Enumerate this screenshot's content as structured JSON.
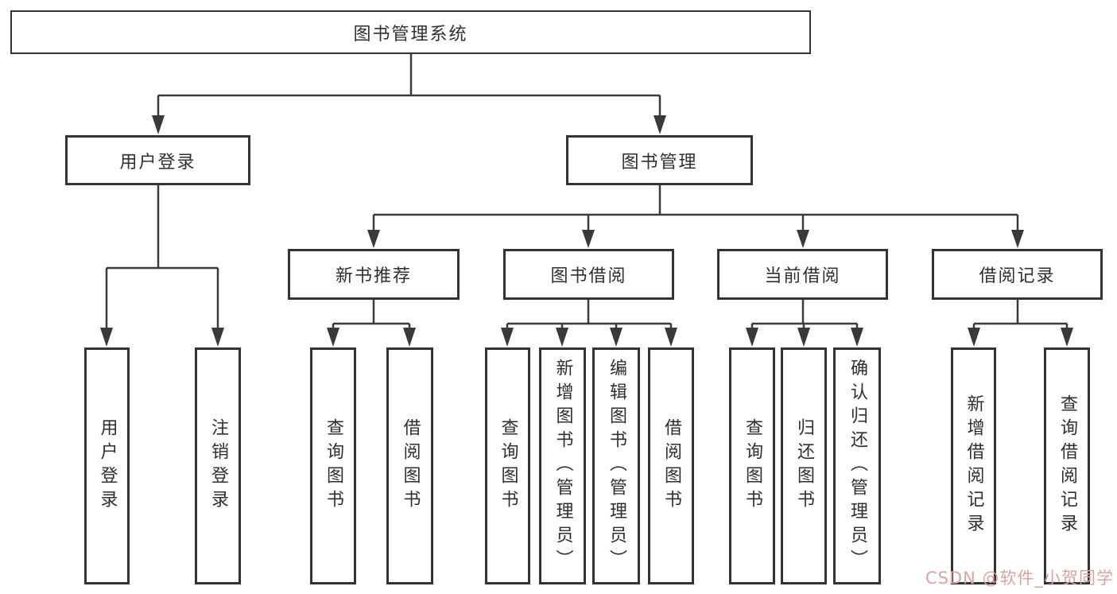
{
  "diagram": {
    "title": "图书管理系统",
    "colors": {
      "line": "#3a3a3a",
      "box_border": "#333333",
      "text": "#2f2f2f",
      "watermark": "#dda3a3",
      "background": "#ffffff"
    },
    "nodes": {
      "root": "图书管理系统",
      "user_login": "用户登录",
      "book_mgmt": "图书管理",
      "new_book_rec": "新书推荐",
      "book_borrow": "图书借阅",
      "current_borrow": "当前借阅",
      "borrow_record": "借阅记录",
      "leaf_user_login": "用户登录",
      "leaf_logout": "注销登录",
      "leaf_nbr_query": "查询图书",
      "leaf_nbr_borrow": "借阅图书",
      "leaf_bb_query": "查询图书",
      "leaf_bb_add": "新增图书（管理员）",
      "leaf_bb_edit": "编辑图书（管理员）",
      "leaf_bb_borrow": "借阅图书",
      "leaf_cb_query": "查询图书",
      "leaf_cb_return": "归还图书",
      "leaf_cb_confirm": "确认归还（管理员）",
      "leaf_br_add": "新增借阅记录",
      "leaf_br_query": "查询借阅记录"
    },
    "watermark": "CSDN @软件_小贺同学"
  }
}
